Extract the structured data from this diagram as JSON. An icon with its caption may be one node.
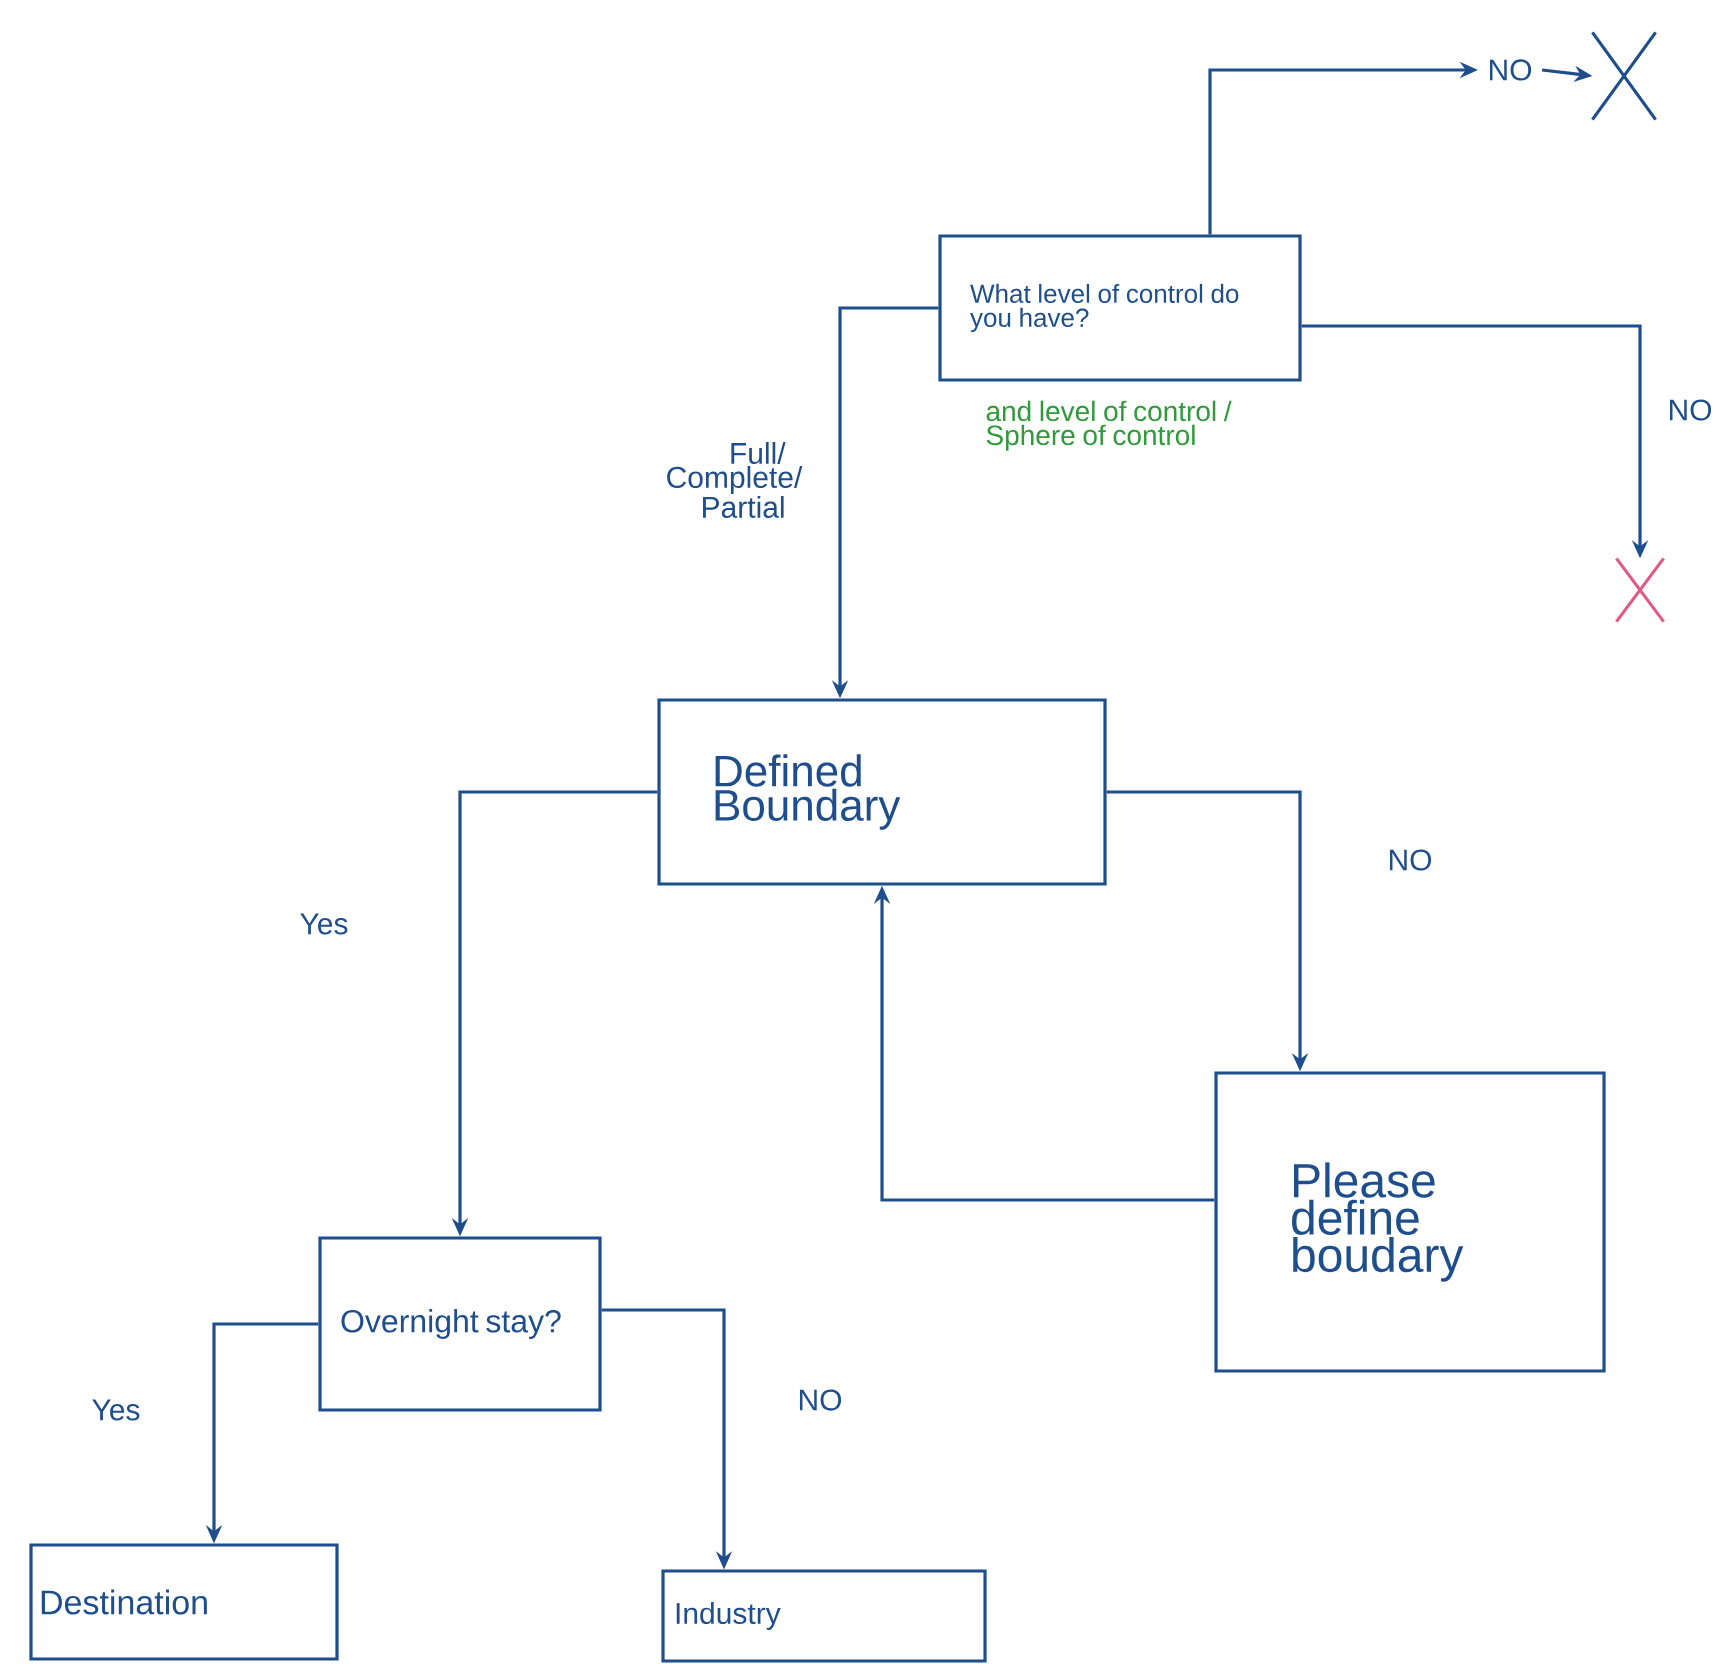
{
  "diagram": {
    "nodes": [
      {
        "text": [
          "What level of control do you have?"
        ],
        "beside": [
          "and level of control / Sphere of control"
        ]
      },
      {
        "text": [
          "NO"
        ]
      },
      {
        "text": [],
        "shape": "cross"
      },
      {
        "text": [],
        "shape": "cross"
      },
      {
        "text": [
          "Defined Boundary"
        ]
      },
      {
        "text": [
          "Please define boudary"
        ]
      },
      {
        "text": [
          "Overnight stay?"
        ]
      },
      {
        "text": [
          "Destination"
        ]
      },
      {
        "text": [
          "Industry"
        ]
      }
    ],
    "edges": [
      {
        "from": 0,
        "to": 1,
        "arrow": "to"
      },
      {
        "from": 1,
        "to": 2,
        "arrow": "to"
      },
      {
        "from": 0,
        "to": 3,
        "arrow": "to",
        "label": "NO"
      },
      {
        "from": 0,
        "to": 4,
        "arrow": "to",
        "label": "Full/ Complete/ Partial"
      },
      {
        "from": 4,
        "to": 5,
        "arrow": "to",
        "label": "NO"
      },
      {
        "from": 5,
        "to": 4,
        "arrow": "to"
      },
      {
        "from": 4,
        "to": 6,
        "arrow": "to",
        "label": "Yes"
      },
      {
        "from": 6,
        "to": 7,
        "arrow": "to",
        "label": "Yes"
      },
      {
        "from": 6,
        "to": 8,
        "arrow": "to",
        "label": "NO"
      }
    ]
  }
}
